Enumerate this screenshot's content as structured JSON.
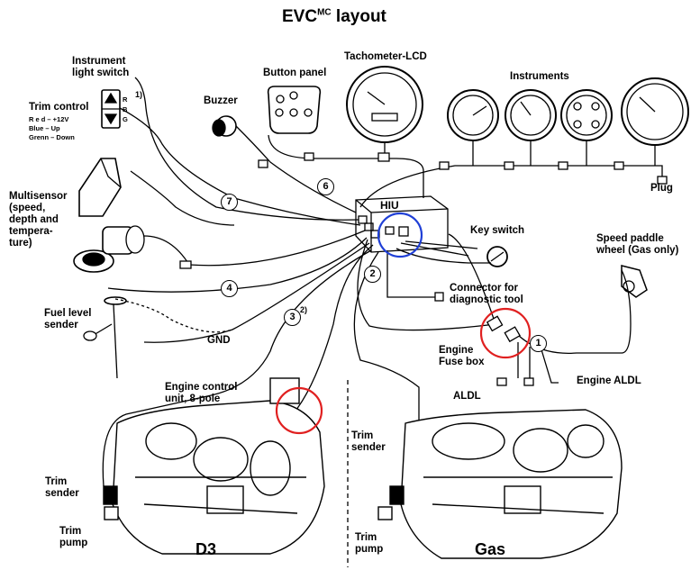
{
  "title": {
    "main": "EVC",
    "sup": "MC",
    "rest": " layout"
  },
  "labels": {
    "instrument_light_switch": "Instrument\nlight switch",
    "trim_control": "Trim control",
    "trim_red": "R e d – +12V",
    "trim_blue": "Blue – Up",
    "trim_green": "Grenn – Down",
    "trim_r": "R",
    "trim_b": "B",
    "trim_g": "G",
    "note_1": "1)",
    "buzzer": "Buzzer",
    "button_panel": "Button panel",
    "tachometer": "Tachometer-LCD",
    "instruments": "Instruments",
    "plug": "Plug",
    "multisensor": "Multisensor\n(speed,\ndepth and\ntempera-\nture)",
    "hiu": "HIU",
    "key_switch": "Key switch",
    "speed_paddle": "Speed paddle\nwheel (Gas only)",
    "connector_diag": "Connector for\ndiagnostic tool",
    "fuel_level": "Fuel level\nsender",
    "gnd": "GND",
    "engine_fuse": "Engine\nFuse box",
    "engine_aldl": "Engine ALDL",
    "aldl": "ALDL",
    "ecu": "Engine control\nunit, 8-pole",
    "trim_sender_left": "Trim\nsender",
    "trim_pump_left": "Trim\npump",
    "trim_sender_right": "Trim\nsender",
    "trim_pump_right": "Trim\npump",
    "d3": "D3",
    "gas": "Gas",
    "note_2": "2)"
  },
  "circled_numbers": [
    "7",
    "6",
    "4",
    "3",
    "2",
    "1"
  ],
  "colors": {
    "highlight_red": "#e02020",
    "highlight_blue": "#1f3fd6",
    "line": "#000000"
  }
}
